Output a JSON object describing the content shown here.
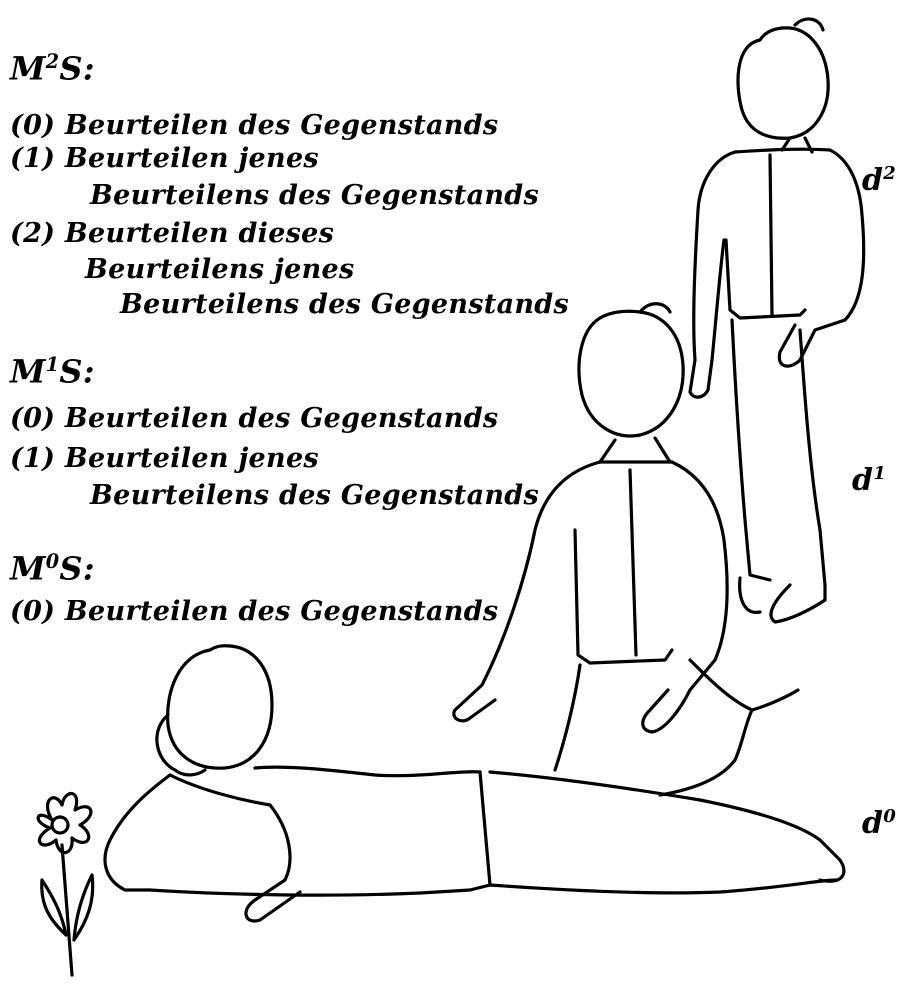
{
  "levels": [
    {
      "heading_main": "M",
      "heading_sup": "2",
      "heading_tail": "S:",
      "lines": [
        "(0) Beurteilen des Gegenstands",
        "(1) Beurteilen jenes",
        "Beurteilens des Gegenstands",
        "(2) Beurteilen dieses",
        "Beurteilens jenes",
        "Beurteilens des Gegenstands"
      ]
    },
    {
      "heading_main": "M",
      "heading_sup": "1",
      "heading_tail": "S:",
      "lines": [
        "(0) Beurteilen des Gegenstands",
        "(1) Beurteilen jenes",
        "Beurteilens des Gegenstands"
      ]
    },
    {
      "heading_main": "M",
      "heading_sup": "0",
      "heading_tail": "S:",
      "lines": [
        "(0) Beurteilen des Gegenstands"
      ]
    }
  ],
  "figure_labels": [
    {
      "main": "d",
      "sup": "2"
    },
    {
      "main": "d",
      "sup": "1"
    },
    {
      "main": "d",
      "sup": "0"
    }
  ]
}
